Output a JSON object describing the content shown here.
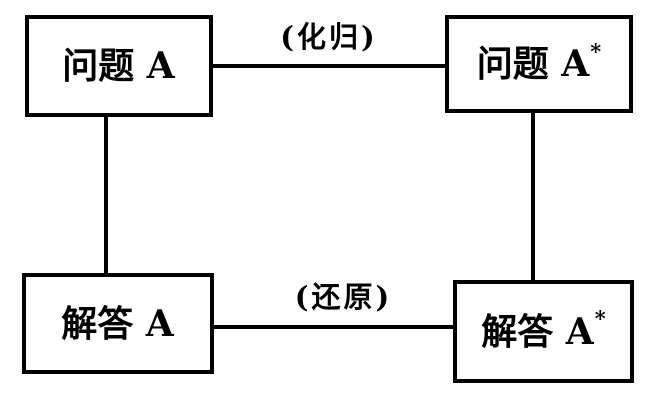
{
  "diagram": {
    "background": "#ffffff",
    "ink": "#000000",
    "nodes": [
      {
        "id": "problem-a",
        "label": "问题 A",
        "sup": ""
      },
      {
        "id": "problem-a-star",
        "label": "问题 A",
        "sup": "*"
      },
      {
        "id": "solution-a",
        "label": "解答 A",
        "sup": ""
      },
      {
        "id": "solution-a-star",
        "label": "解答 A",
        "sup": "*"
      }
    ],
    "edges": [
      {
        "id": "transform",
        "from": "problem-a",
        "to": "problem-a-star",
        "label": "(化归)"
      },
      {
        "id": "restore",
        "from": "solution-a",
        "to": "solution-a-star",
        "label": "(还原)"
      },
      {
        "id": "solve-left",
        "from": "problem-a",
        "to": "solution-a",
        "label": ""
      },
      {
        "id": "solve-right",
        "from": "problem-a-star",
        "to": "solution-a-star",
        "label": ""
      }
    ]
  }
}
